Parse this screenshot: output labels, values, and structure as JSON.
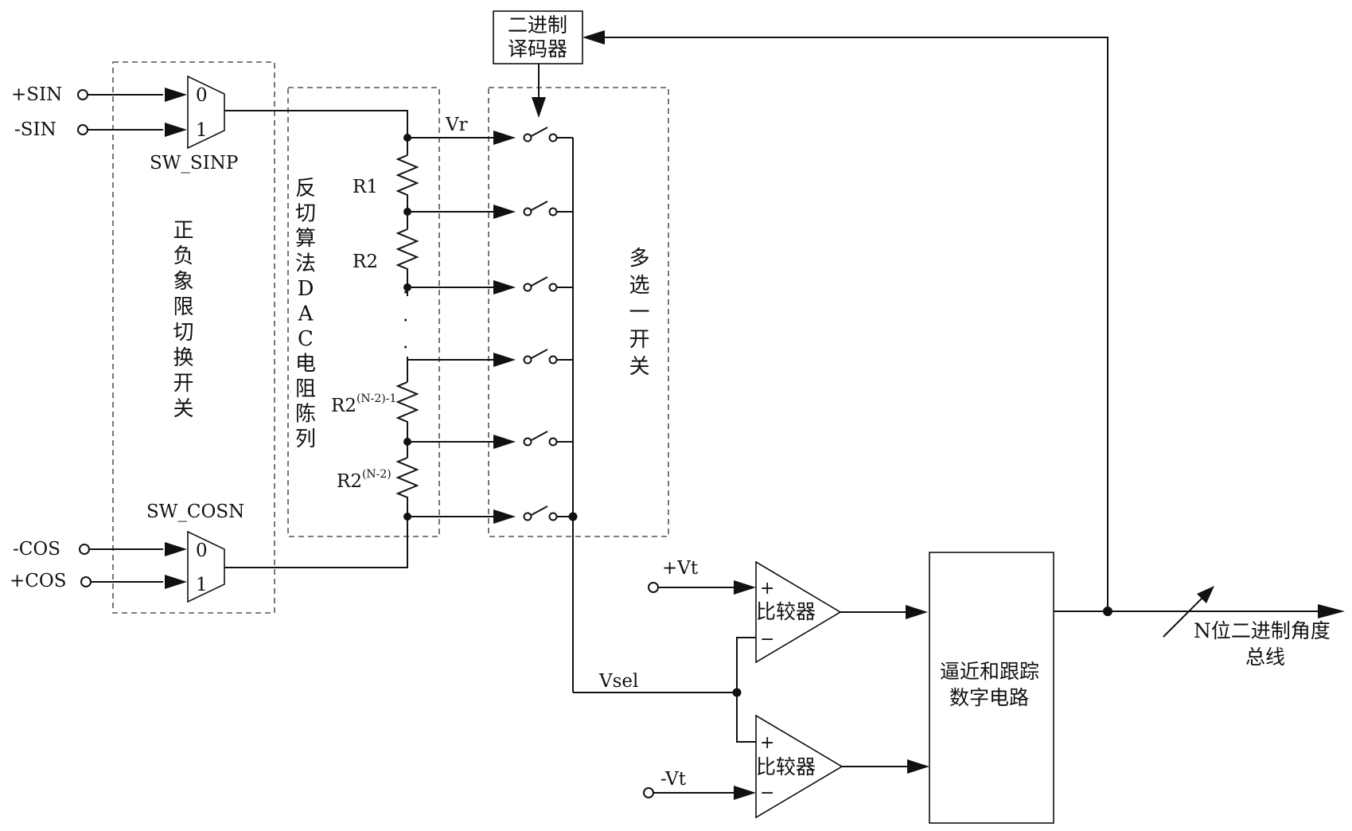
{
  "inputs": {
    "pos_sin": "+SIN",
    "neg_sin": "-SIN",
    "neg_cos": "-COS",
    "pos_cos": "+COS"
  },
  "mux": {
    "sinp_label": "SW_SINP",
    "cosn_label": "SW_COSN",
    "port0": "0",
    "port1": "1"
  },
  "blocks": {
    "quadrant_switch": "正负象限切换开关",
    "dac_array": [
      "反",
      "切",
      "算",
      "法",
      "D",
      "A",
      "C",
      "电",
      "阻",
      "陈",
      "列"
    ],
    "multiplexer": "多选一开关",
    "decoder_line1": "二进制",
    "decoder_line2": "译码器",
    "digital_line1": "逼近和跟踪",
    "digital_line2": "数字电路"
  },
  "resistors": {
    "r1": "R1",
    "r2": "R2",
    "r3_base": "R2",
    "r3_exp": "(N-2)-1",
    "r4_base": "R2",
    "r4_exp": "(N-2)",
    "ellipsis": [
      "·",
      "·",
      "·"
    ]
  },
  "signals": {
    "vr": "Vr",
    "vsel": "Vsel",
    "pos_vt": "+Vt",
    "neg_vt": "-Vt"
  },
  "comparators": {
    "label": "比较器",
    "plus": "+",
    "minus": "−"
  },
  "output": {
    "line1": "N位二进制角度",
    "line2": "总线"
  }
}
